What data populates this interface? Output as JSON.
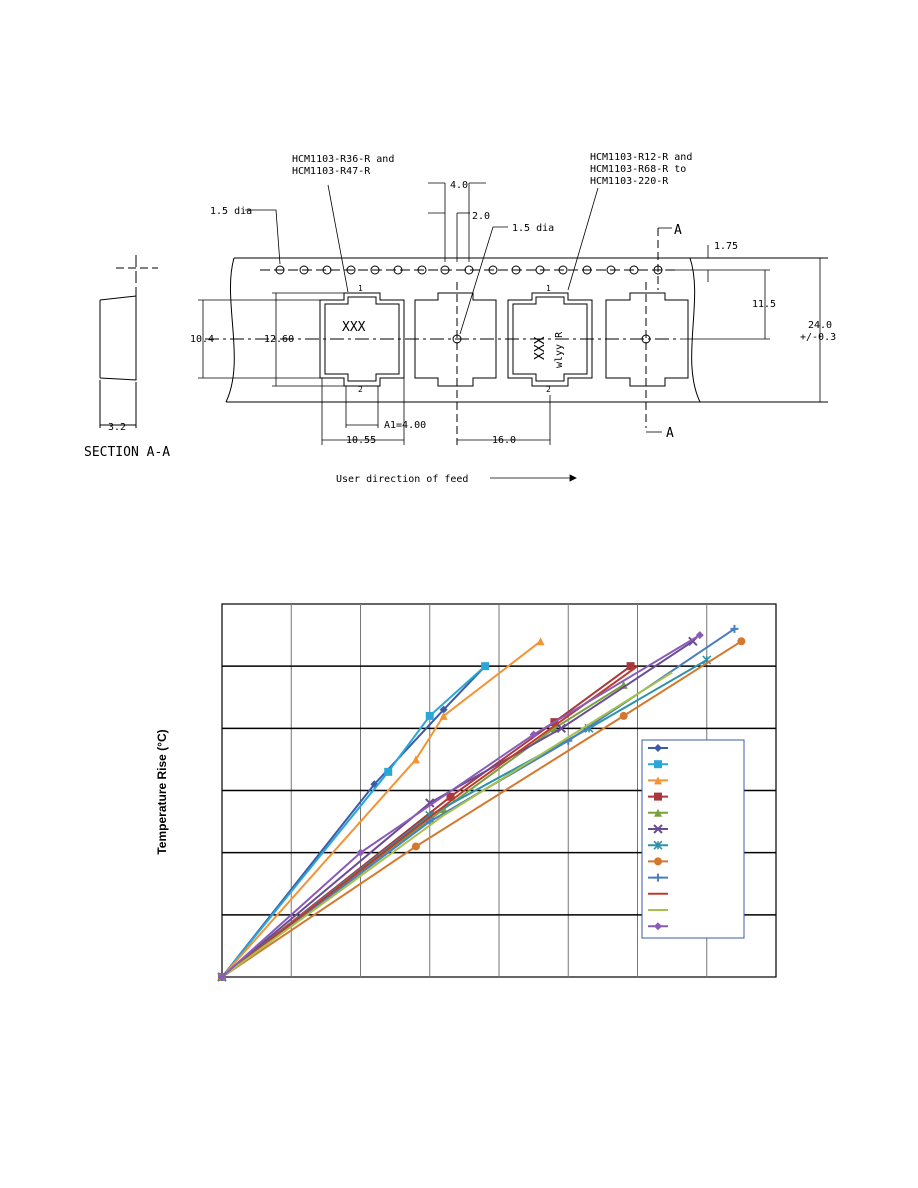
{
  "drawing": {
    "labels": {
      "part_a_line1": "HCM1103-R36-R and",
      "part_a_line2": "HCM1103-R47-R",
      "part_b_line1": "HCM1103-R12-R and",
      "part_b_line2": "HCM1103-R68-R to",
      "part_b_line3": "HCM1103-220-R",
      "hole_dia_left": "1.5 dia",
      "hole_dia_mid": "1.5 dia",
      "dim_pitch": "4.0",
      "dim_half": "2.0",
      "dim_edge": "1.75",
      "dim_center": "11.5",
      "dim_width": "24.0",
      "dim_tol": "+/-0.3",
      "dim_pocket_outer": "10.4",
      "dim_pocket_inner": "12.60",
      "dim_a1": "A1=4.00",
      "dim_b": "10.55",
      "dim_pocket_pitch": "16.0",
      "dim_section": "3.2",
      "section_label": "SECTION A-A",
      "section_a_top": "A",
      "section_a_bottom": "A",
      "feed": "User direction of feed",
      "marking_xxx_1": "XXX",
      "marking_xxx_2": "XXX",
      "marking_wlyy": "wlyy R",
      "pin1_a": "1",
      "pin2_a": "2",
      "pin1_b": "1",
      "pin2_b": "2"
    }
  },
  "chart_data": {
    "type": "line",
    "ylabel": "Temperature Rise (°C)",
    "xlim": [
      0,
      8
    ],
    "ylim": [
      0,
      6
    ],
    "grid": true,
    "legend_position": "right",
    "series": [
      {
        "color": "#3a5ca8",
        "marker": "diamond",
        "points": [
          [
            0,
            0
          ],
          [
            2.2,
            3.1
          ],
          [
            3.2,
            4.3
          ],
          [
            3.8,
            5.0
          ]
        ]
      },
      {
        "color": "#2aa6d8",
        "marker": "square",
        "points": [
          [
            0,
            0
          ],
          [
            2.4,
            3.3
          ],
          [
            3.0,
            4.2
          ],
          [
            3.8,
            5.0
          ]
        ]
      },
      {
        "color": "#f39433",
        "marker": "triangle",
        "points": [
          [
            0,
            0
          ],
          [
            2.8,
            3.5
          ],
          [
            3.2,
            4.2
          ],
          [
            4.6,
            5.4
          ]
        ]
      },
      {
        "color": "#a8383b",
        "marker": "square",
        "points": [
          [
            0,
            0
          ],
          [
            3.3,
            2.9
          ],
          [
            4.8,
            4.1
          ],
          [
            5.9,
            5.0
          ]
        ]
      },
      {
        "color": "#78a040",
        "marker": "triangle",
        "points": [
          [
            0,
            0
          ],
          [
            3.2,
            2.7
          ],
          [
            4.8,
            4.0
          ],
          [
            5.8,
            4.7
          ]
        ]
      },
      {
        "color": "#6a4c93",
        "marker": "x",
        "points": [
          [
            0,
            0
          ],
          [
            3.0,
            2.8
          ],
          [
            4.9,
            4.0
          ],
          [
            6.8,
            5.4
          ]
        ]
      },
      {
        "color": "#2e93a8",
        "marker": "star",
        "points": [
          [
            0,
            0
          ],
          [
            3.0,
            2.6
          ],
          [
            5.3,
            4.0
          ],
          [
            7.0,
            5.1
          ]
        ]
      },
      {
        "color": "#d4782e",
        "marker": "circle",
        "points": [
          [
            0,
            0
          ],
          [
            2.8,
            2.1
          ],
          [
            5.8,
            4.2
          ],
          [
            7.5,
            5.4
          ]
        ]
      },
      {
        "color": "#4a7ec0",
        "marker": "plus",
        "points": [
          [
            0,
            0
          ],
          [
            3.0,
            2.5
          ],
          [
            5.0,
            3.8
          ],
          [
            7.4,
            5.6
          ]
        ]
      },
      {
        "color": "#c0392b",
        "marker": "none",
        "points": [
          [
            0,
            0
          ],
          [
            3.5,
            3.0
          ],
          [
            6.0,
            5.0
          ]
        ]
      },
      {
        "color": "#a6c24a",
        "marker": "none",
        "points": [
          [
            0,
            0
          ],
          [
            3.2,
            2.6
          ],
          [
            6.5,
            4.9
          ]
        ]
      },
      {
        "color": "#8a5cb8",
        "marker": "diamond",
        "points": [
          [
            0,
            0
          ],
          [
            2.0,
            2.0
          ],
          [
            4.5,
            3.9
          ],
          [
            6.9,
            5.5
          ]
        ]
      }
    ]
  }
}
